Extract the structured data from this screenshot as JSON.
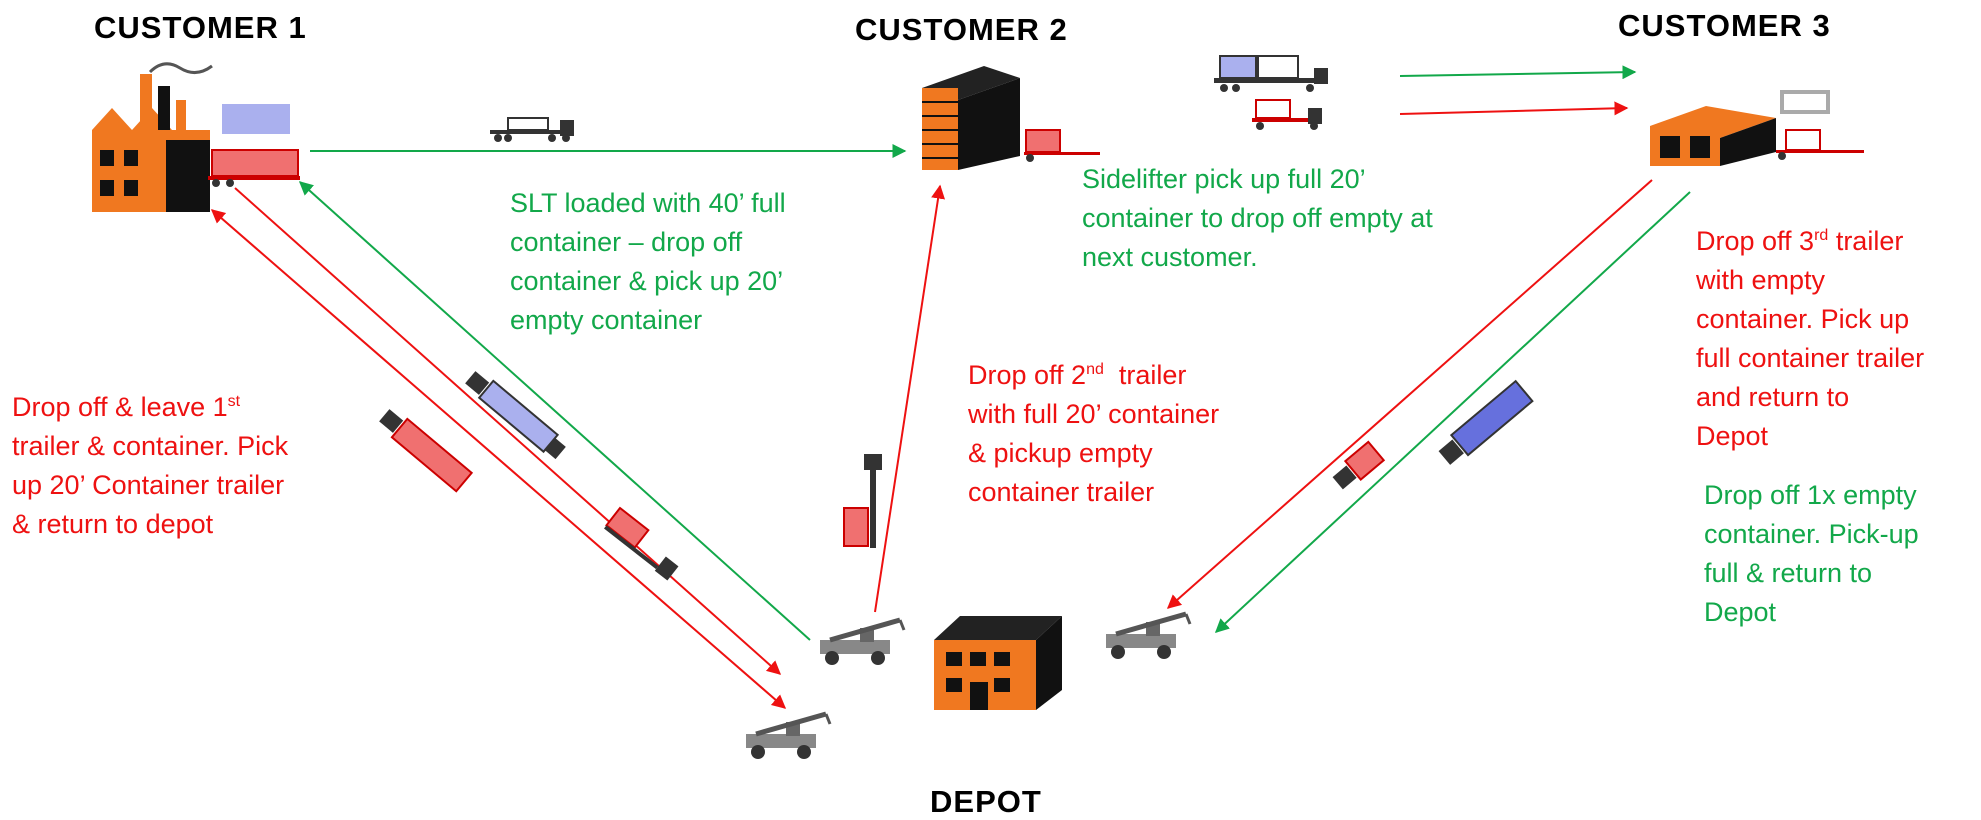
{
  "colors": {
    "inbound": "#ee1111",
    "outbound": "#12a84a",
    "building": "#f07820",
    "container_blue": "#aab0ee",
    "container_red": "#f07070",
    "vehicle": "#333333"
  },
  "nodes": {
    "customer1": {
      "title": "CUSTOMER 1",
      "icon": "factory-icon"
    },
    "customer2": {
      "title": "CUSTOMER 2",
      "icon": "office-building-icon"
    },
    "customer3": {
      "title": "CUSTOMER 3",
      "icon": "shop-icon"
    },
    "depot": {
      "title": "DEPOT",
      "icon": "warehouse-icon"
    }
  },
  "notes": {
    "slt_loaded": {
      "lines": [
        "SLT loaded with 40’ full",
        "container – drop off",
        "container & pick up 20’",
        "empty container"
      ]
    },
    "sidelifter": {
      "lines": [
        "Sidelifter pick up full 20’",
        "container to drop off empty at",
        "next customer."
      ]
    },
    "drop_leave_first": {
      "l1_pre": "Drop off & leave 1",
      "l1_sup": "st",
      "lines": [
        "trailer & container. Pick",
        "up 20’ Container trailer",
        "& return to depot"
      ]
    },
    "drop_second": {
      "l1_pre": "Drop off 2",
      "l1_sup": "nd",
      "l1_post": "  trailer",
      "lines": [
        "with full 20’ container",
        "& pickup empty",
        "container trailer"
      ]
    },
    "drop_third": {
      "l1_pre": "Drop off 3",
      "l1_sup": "rd",
      "l1_post": " trailer",
      "lines": [
        "with empty",
        "container. Pick up",
        "full container trailer",
        "and return to",
        "Depot"
      ]
    },
    "drop_empty": {
      "lines": [
        "Drop off 1x empty",
        "container. Pick-up",
        "full & return to",
        "Depot"
      ]
    }
  }
}
